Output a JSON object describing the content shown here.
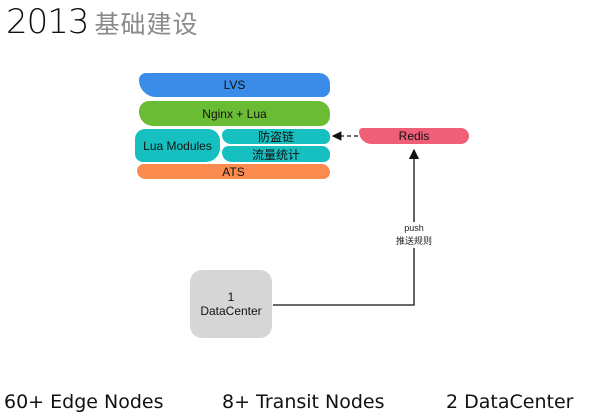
{
  "title": {
    "year": "2013",
    "subtitle": "基础建设"
  },
  "stack": {
    "lvs": "LVS",
    "nginx": "Nginx + Lua",
    "lua_modules": "Lua Modules",
    "anti_leech": "防盗链",
    "traffic_stats": "流量统计",
    "ats": "ATS"
  },
  "redis": "Redis",
  "datacenter": {
    "count": "1",
    "label": "DataCenter"
  },
  "push": {
    "en": "push",
    "zh": "推送规则"
  },
  "footer": {
    "edge": "60+ Edge Nodes",
    "transit": "8+ Transit Nodes",
    "datacenter": "2 DataCenter"
  },
  "colors": {
    "lvs": "#3b8ce8",
    "nginx": "#6abc34",
    "lua": "#17c0c0",
    "ats": "#fb8b4e",
    "redis": "#ef5f78",
    "datacenter": "#d6d6d6"
  }
}
